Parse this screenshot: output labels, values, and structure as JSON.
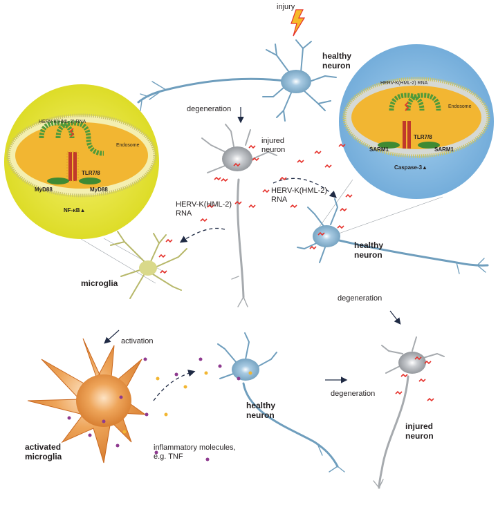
{
  "labels": {
    "injury": "injury",
    "healthy_neuron_top": "healthy\nneuron",
    "degeneration_1": "degeneration",
    "injured_neuron_top": "injured\nneuron",
    "herv_rna_left": "HERV-K(HML-2)\nRNA",
    "herv_rna_right": "HERV-K(HML-2)\nRNA",
    "healthy_neuron_right": "healthy\nneuron",
    "microglia": "microglia",
    "activation": "activation",
    "degeneration_2": "degeneration",
    "healthy_neuron_mid": "healthy\nneuron",
    "degeneration_3": "degeneration",
    "activated_microglia": "activated\nmicroglia",
    "inflammatory": "inflammatory molecules,\ne.g. TNF",
    "injured_neuron_bottom": "injured\nneuron"
  },
  "inset_left": {
    "rna_label": "HERV-K(HML-2) RNA",
    "endosome": "Endosome",
    "receptor": "TLR7/8",
    "adapter_left": "MyD88",
    "adapter_right": "MyD88",
    "output": "NF-κB",
    "output_arrow": "▲",
    "bg_color": "#e3e21f"
  },
  "inset_right": {
    "rna_label": "HERV-K(HML-2) RNA",
    "endosome": "Endosome",
    "receptor": "TLR7/8",
    "adapter_left": "SARM1",
    "adapter_right": "SARM1",
    "output": "Caspase-3",
    "output_arrow": "▲",
    "bg_color": "#7fb6e0"
  },
  "colors": {
    "healthy_neuron": "#8fb6d0",
    "injured_neuron": "#b9bcc0",
    "microglia": "#d9d98a",
    "activated_microglia": "#e89a4a",
    "rna": "#e5312b",
    "endosome": "#f2b632",
    "tlr": "#4f9a3a"
  },
  "icons": [
    "lightning-icon",
    "rna-squiggle-icon",
    "dashed-arrow-icon"
  ]
}
